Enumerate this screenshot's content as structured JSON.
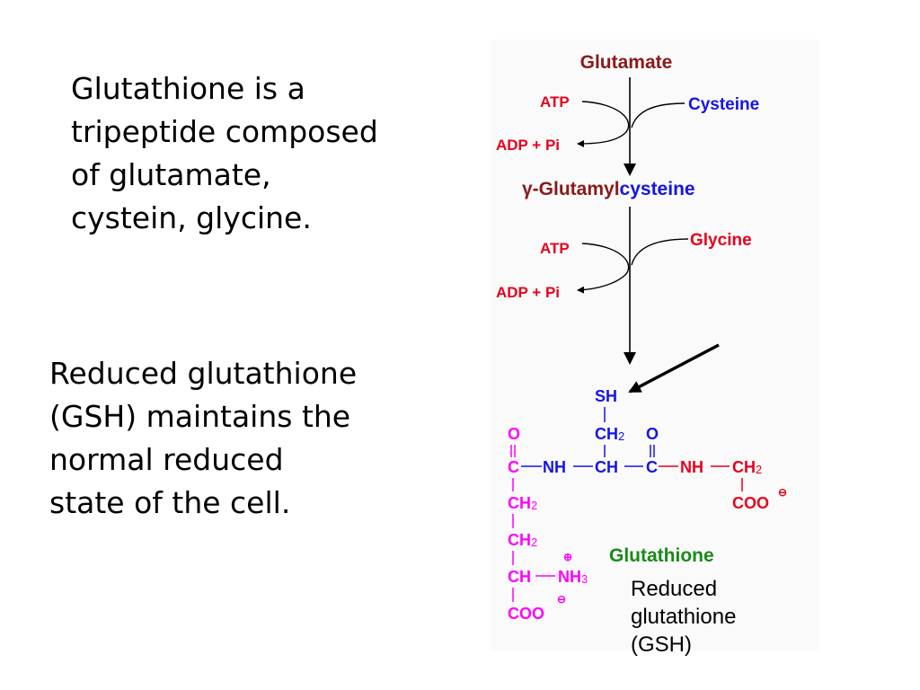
{
  "text": {
    "paragraph1": [
      "Glutathione is a",
      "tripeptide composed",
      "of glutamate,",
      "cystein, glycine."
    ],
    "paragraph2": [
      "Reduced glutathione",
      "(GSH) maintains the",
      "normal reduced",
      "state of the cell."
    ]
  },
  "pathway": {
    "start": "Glutamate",
    "step1": {
      "atp": "ATP",
      "adp": "ADP + Pi",
      "input": "Cysteine"
    },
    "intermediate": {
      "prefix": "γ-Glutamyl",
      "suffix": "cysteine"
    },
    "step2": {
      "atp": "ATP",
      "adp": "ADP + Pi",
      "input": "Glycine"
    },
    "product_name": "Glutathione",
    "product_label": [
      "Reduced",
      "glutathione",
      "(GSH)"
    ]
  },
  "structure": {
    "sh": "SH",
    "ch2": "CH",
    "sub2": "2",
    "o": "O",
    "c": "C",
    "nh": "NH",
    "ch": "CH",
    "nh3": "NH",
    "sub3": "3",
    "coo": "COO",
    "minus": "⊖",
    "plus": "⊕"
  },
  "colors": {
    "maroon": "#8b1a1a",
    "red": "#e8001c",
    "blue": "#1414e6",
    "magenta": "#ff00ff",
    "green": "#1a8a1a",
    "panel": "#fafafa"
  }
}
